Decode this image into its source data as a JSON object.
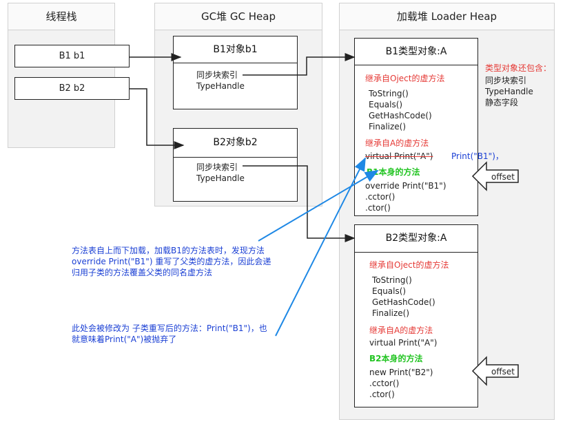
{
  "columns": {
    "thread_stack": "线程栈",
    "gc_heap": "GC堆 GC Heap",
    "loader_heap": "加载堆 Loader Heap"
  },
  "stack": {
    "b1": "B1 b1",
    "b2": "B2 b2"
  },
  "gc": {
    "obj_b1": {
      "title": "B1对象b1",
      "sync": "同步块索引",
      "type_handle": "TypeHandle"
    },
    "obj_b2": {
      "title": "B2对象b2",
      "sync": "同步块索引",
      "type_handle": "TypeHandle"
    }
  },
  "type_b1": {
    "title": "B1类型对象:A",
    "object_virtuals_header": "继承自Oject的虚方法",
    "object_methods": [
      "ToString()",
      "Equals()",
      "GetHashCode()",
      "Finalize()"
    ],
    "a_virtuals_header": "继承自A的虚方法",
    "a_method_old": "virtual Print(\"A\")",
    "a_method_new": "Print(\"B1\")，",
    "own_header": "B1本身的方法",
    "own_methods": [
      "override Print(\"B1\")",
      ".cctor()",
      ".ctor()"
    ]
  },
  "type_b2": {
    "title": "B2类型对象:A",
    "object_virtuals_header": "继承自Oject的虚方法",
    "object_methods": [
      "ToString()",
      "Equals()",
      "GetHashCode()",
      "Finalize()"
    ],
    "a_virtuals_header": "继承自A的虚方法",
    "a_method": "virtual Print(\"A\")",
    "own_header": "B2本身的方法",
    "own_methods": [
      "new Print(\"B2\")",
      ".cctor()",
      ".ctor()"
    ]
  },
  "side_note": {
    "title": "类型对象还包含：",
    "items": [
      "同步块索引",
      "TypeHandle",
      "静态字段"
    ]
  },
  "offset_label": "offset",
  "notes": {
    "note1": "方法表自上而下加载，加载B1的方法表时，发现方法override Print(\"B1\") 重写了父类的虚方法，因此会递归用子类的方法覆盖父类的同名虚方法",
    "note2": "此处会被修改为 子类重写后的方法：Print(\"B1\")，也就意味着Print(\"A\")被抛弃了"
  },
  "colors": {
    "red": "#e53935",
    "green": "#22c422",
    "blue": "#1a3fd4",
    "arrow_blue": "#1e88e5"
  }
}
